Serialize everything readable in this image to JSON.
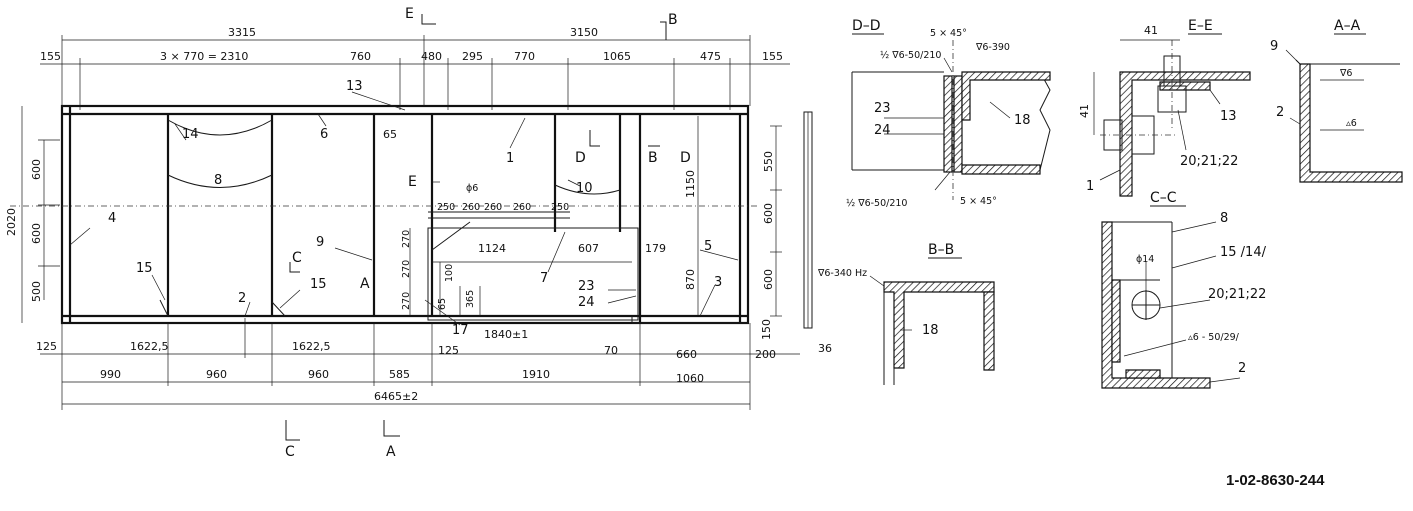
{
  "drawing_code": "1-02-8630-244",
  "dimensions": {
    "top_left": "3315",
    "top_right": "3150",
    "d155a": "155",
    "d3x770": "3 × 770 = 2310",
    "d760": "760",
    "d480": "480",
    "d295": "295",
    "d770": "770",
    "d1065": "1065",
    "d475": "475",
    "d155b": "155",
    "height": "2020",
    "l600": "600",
    "l600b": "600",
    "l500": "500",
    "d65": "65",
    "r550": "550",
    "r600": "600",
    "r600b": "600",
    "d1150": "1150",
    "d870": "870",
    "phi6": "ϕ6",
    "d250a": "250",
    "d260a": "260",
    "d260b": "260",
    "d260c": "260",
    "d250b": "250",
    "d270a": "270",
    "d270b": "270",
    "d270c": "270",
    "d100": "100",
    "d65b": "65",
    "d365": "365",
    "d1124": "1124",
    "d607": "607",
    "d179": "179",
    "d1840": "1840±1",
    "d125a": "125",
    "d16225a": "1622,5",
    "d16225b": "1622,5",
    "d125b": "125",
    "d70": "70",
    "d660": "660",
    "d200": "200",
    "d150": "150",
    "d36": "36",
    "d990": "990",
    "d960a": "960",
    "d960b": "960",
    "d585": "585",
    "d1910": "1910",
    "d1060": "1060",
    "total": "6465±2"
  },
  "parts": [
    "1",
    "2",
    "3",
    "4",
    "5",
    "6",
    "7",
    "8",
    "9",
    "10",
    "13",
    "14",
    "15",
    "15",
    "17",
    "23",
    "24"
  ],
  "section_marks": {
    "E_top": "E",
    "B_top": "B",
    "C_bot": "C",
    "A_bot": "A",
    "C_mid": "C",
    "A_mid": "A",
    "E_mid": "E",
    "D_mid": "D",
    "B_mid": "B",
    "D_mid2": "D"
  },
  "sections": {
    "dd": {
      "title": "D–D",
      "w1": "5 × 45°",
      "w2": "½ ∇6-50/210",
      "w3": "∇6-390",
      "p23": "23",
      "p24": "24",
      "p18": "18",
      "w4": "½ ∇6-50/210",
      "w5": "5 × 45°"
    },
    "ee": {
      "title": "E–E",
      "d41a": "41",
      "d41b": "41",
      "p13": "13",
      "p1": "1",
      "p202122": "20;21;22"
    },
    "aa": {
      "title": "A–A",
      "p9": "9",
      "p2": "2",
      "w1": "∇6",
      "w2": "▵6"
    },
    "bb": {
      "title": "B–B",
      "w1": "∇6-340 Hz",
      "p18": "18"
    },
    "cc": {
      "title": "C–C",
      "p8": "8",
      "p15": "15 /14/",
      "phi14": "ϕ14",
      "p202122": "20;21;22",
      "w1": "▵6 - 50/29/",
      "p2": "2"
    }
  }
}
